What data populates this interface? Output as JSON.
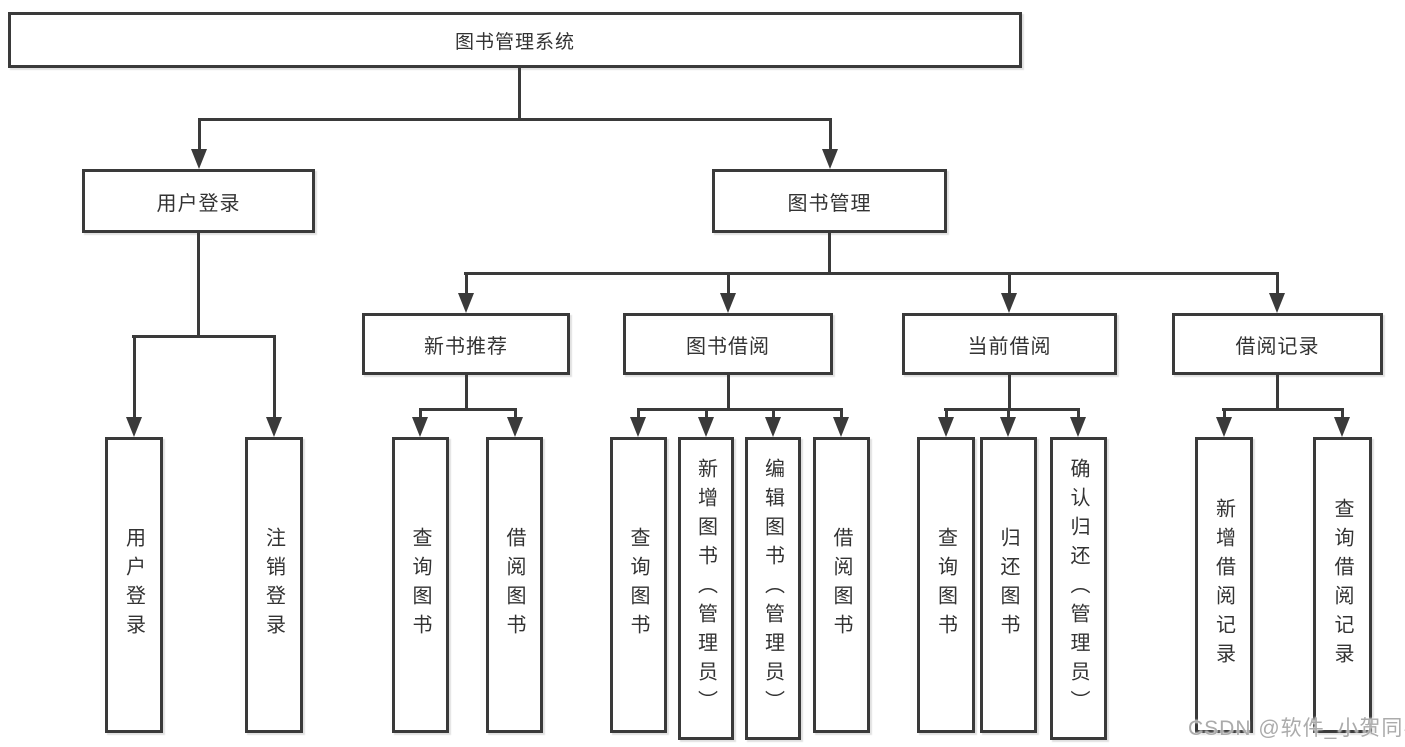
{
  "colors": {
    "line": "#3a3a3a",
    "text": "#333333",
    "background": "#ffffff",
    "watermark": "#ababab"
  },
  "watermark": {
    "text": "CSDN @软件_小贺同学"
  },
  "nodes": {
    "root": {
      "label": "图书管理系统"
    },
    "user_login": {
      "label": "用户登录"
    },
    "book_management": {
      "label": "图书管理"
    },
    "new_book_recommend": {
      "label": "新书推荐"
    },
    "book_borrowing": {
      "label": "图书借阅"
    },
    "current_borrowing": {
      "label": "当前借阅"
    },
    "borrowing_records": {
      "label": "借阅记录"
    },
    "leaf_user_login": {
      "label": "用户登录"
    },
    "leaf_logout": {
      "label": "注销登录"
    },
    "leaf_query_books_recommend": {
      "label": "查询图书"
    },
    "leaf_borrow_books_recommend": {
      "label": "借阅图书"
    },
    "leaf_query_books_borrowing": {
      "label": "查询图书"
    },
    "leaf_add_books_admin": {
      "label": "新增图书（管理员）"
    },
    "leaf_edit_books_admin": {
      "label": "编辑图书（管理员）"
    },
    "leaf_borrow_books_borrowing": {
      "label": "借阅图书"
    },
    "leaf_query_books_current": {
      "label": "查询图书"
    },
    "leaf_return_books": {
      "label": "归还图书"
    },
    "leaf_confirm_return_admin": {
      "label": "确认归还（管理员）"
    },
    "leaf_add_borrow_record": {
      "label": "新增借阅记录"
    },
    "leaf_query_borrow_record": {
      "label": "查询借阅记录"
    }
  }
}
